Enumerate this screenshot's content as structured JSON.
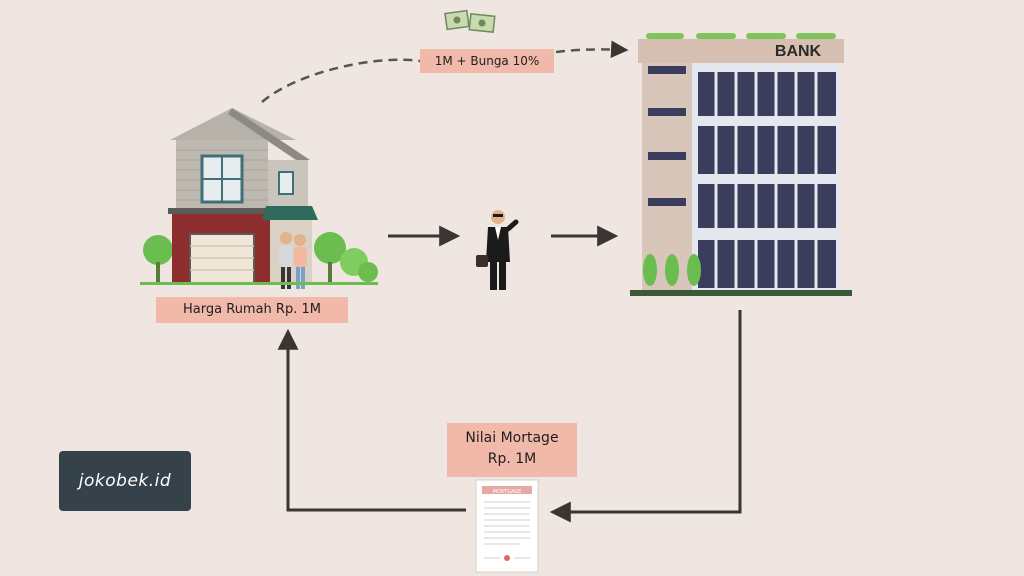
{
  "diagram": {
    "interest_label": "1M + Bunga 10%",
    "house_price_label": "Harga Rumah Rp. 1M",
    "mortgage_label_line1": "Nilai Mortage",
    "mortgage_label_line2": "Rp. 1M",
    "bank_sign": "BANK",
    "watermark": "jokobek.id",
    "document_header": "MORTGAGE"
  },
  "colors": {
    "background": "#efe5e1",
    "label_fill": "#f1b9aa",
    "arrow": "#3a3432",
    "house_red": "#8e2d2d",
    "bank_window": "#3a3e5c",
    "tree_green": "#6bbd4f"
  },
  "icons": [
    "money-icon",
    "house-icon",
    "agent-icon",
    "bank-icon",
    "document-icon"
  ]
}
